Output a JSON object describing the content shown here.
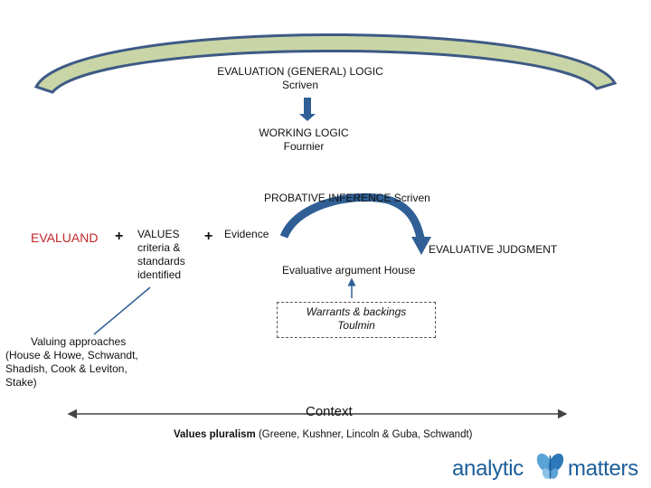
{
  "diagram": {
    "evaluation_logic": {
      "title": "EVALUATION (GENERAL) LOGIC",
      "author": "Scriven"
    },
    "working_logic": {
      "title": "WORKING LOGIC",
      "author": "Fournier"
    },
    "probative_inference": "PROBATIVE INFERENCE  Scriven",
    "evaluand": "EVALUAND",
    "plus_sign": "+",
    "values": {
      "title": "VALUES",
      "lines": [
        "criteria &",
        "standards",
        "identified"
      ]
    },
    "evidence": "Evidence",
    "evaluative_judgment": "EVALUATIVE JUDGMENT",
    "evaluative_argument": "Evaluative argument  House",
    "warrants": {
      "line1": "Warrants  & backings",
      "line2": "Toulmin"
    },
    "valuing_approaches": {
      "title": "Valuing approaches",
      "lines": [
        "(House & Howe, Schwandt,",
        "Shadish, Cook & Leviton,",
        "Stake)"
      ]
    },
    "context": "Context",
    "values_pluralism": {
      "bold": "Values pluralism",
      "rest": " (Greene, Kushner, Lincoln & Guba, Schwandt)"
    }
  },
  "logo": {
    "left": "analytic",
    "right": "matters"
  },
  "colors": {
    "arch_fill": "#c9d5a6",
    "arch_stroke": "#3e5a85",
    "arrow_blue": "#2f5f95",
    "evaluand_red": "#c0262b",
    "logo_blue": "#1b5e9a"
  }
}
